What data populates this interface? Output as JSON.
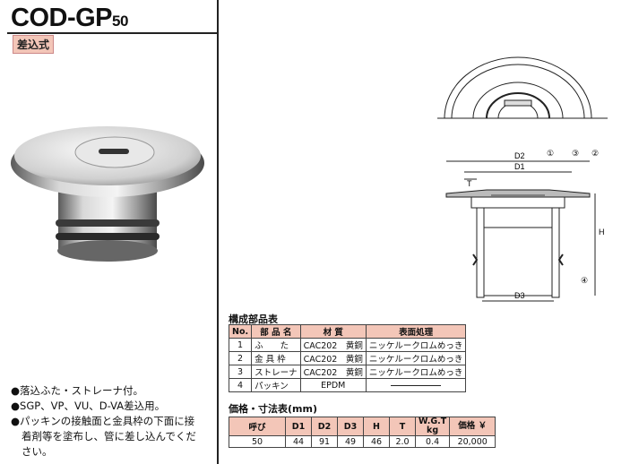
{
  "header": {
    "model": "COD-GP",
    "model_size": "50",
    "type_badge": "差込式"
  },
  "features": [
    "●落込ふた・ストレーナ付。",
    "●SGP、VP、VU、D-VA差込用。",
    "●パッキンの接触面と金具枠の下面に接",
    "着剤等を塗布し、管に差し込んでくだ",
    "さい。"
  ],
  "drawing": {
    "labels": {
      "d2": "D2",
      "d1": "D1",
      "d3": "D3",
      "t": "T",
      "h": "H",
      "c1": "①",
      "c2": "②",
      "c3": "③",
      "c4": "④"
    }
  },
  "parts_table": {
    "title": "構成部品表",
    "headers": [
      "No.",
      "部 品 名",
      "材 質",
      "表面処理"
    ],
    "rows": [
      {
        "no": "1",
        "name": "ふ　　た",
        "material": "CAC202　黄銅",
        "finish": "ニッケルークロムめっき"
      },
      {
        "no": "2",
        "name": "金 具 枠",
        "material": "CAC202　黄銅",
        "finish": "ニッケルークロムめっき"
      },
      {
        "no": "3",
        "name": "ストレーナ",
        "material": "CAC202　黄銅",
        "finish": "ニッケルークロムめっき"
      },
      {
        "no": "4",
        "name": "パッキン",
        "material": "EPDM",
        "finish": ""
      }
    ]
  },
  "price_table": {
    "title": "価格・寸法表(mm)",
    "headers": [
      "呼び",
      "D1",
      "D2",
      "D3",
      "H",
      "T",
      "W.G.T kg",
      "価格 ￥"
    ],
    "rows": [
      [
        "50",
        "44",
        "91",
        "49",
        "46",
        "2.0",
        "0.4",
        "20,000"
      ]
    ]
  },
  "colors": {
    "accent": "#f3c6b8",
    "line": "#222222"
  }
}
